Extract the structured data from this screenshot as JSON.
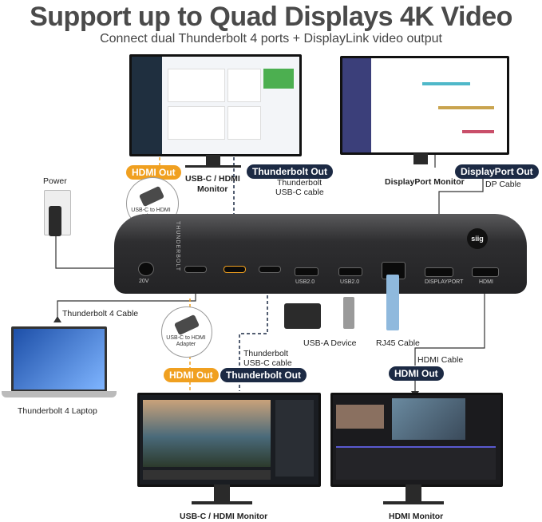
{
  "header": {
    "title": "Support up to Quad Displays 4K Video",
    "subtitle": "Connect dual Thunderbolt 4 ports + DisplayLink video output"
  },
  "labels": {
    "hdmi_out_top": "HDMI Out",
    "tb_out_top": "Thunderbolt Out",
    "usbc_hdmi_monitor_top": "USB-C / HDMI",
    "monitor_word": "Monitor",
    "tb_cable_top": "Thunderbolt",
    "usbc_cable_top": "USB-C cable",
    "displayport_out": "DisplayPort  Out",
    "displayport_monitor": "DisplayPort Monitor",
    "dp_cable": "DP Cable",
    "power": "Power",
    "adapter_top": "USB-C to HDMI Adapter",
    "adapter_bottom": "USB-C to HDMI Adapter",
    "tb4_cable": "Thunderbolt 4 Cable",
    "tb4_laptop": "Thunderbolt 4 Laptop",
    "hdmi_out_bottom": "HDMI Out",
    "tb_cable_bottom": "Thunderbolt",
    "usbc_cable_bottom": "USB-C cable",
    "tb_out_bottom": "Thunderbolt Out",
    "usba_device": "USB-A Device",
    "rj45_cable": "RJ45 Cable",
    "hdmi_cable": "HDMI Cable",
    "hdmi_out_right": "HDMI Out",
    "usbc_hdmi_monitor_bottom": "USB-C / HDMI Monitor",
    "hdmi_monitor": "HDMI Monitor"
  },
  "dock": {
    "brand": "siig",
    "vertical_text": "THUNDERBOLT",
    "ports": {
      "dc": "20V",
      "usb1": "USB2.0",
      "usb2": "USB2.0",
      "displayport": "DISPLAYPORT",
      "hdmi": "HDMI"
    }
  },
  "colors": {
    "orange": "#f0a020",
    "navy": "#1c2a44",
    "line": "#333333"
  }
}
